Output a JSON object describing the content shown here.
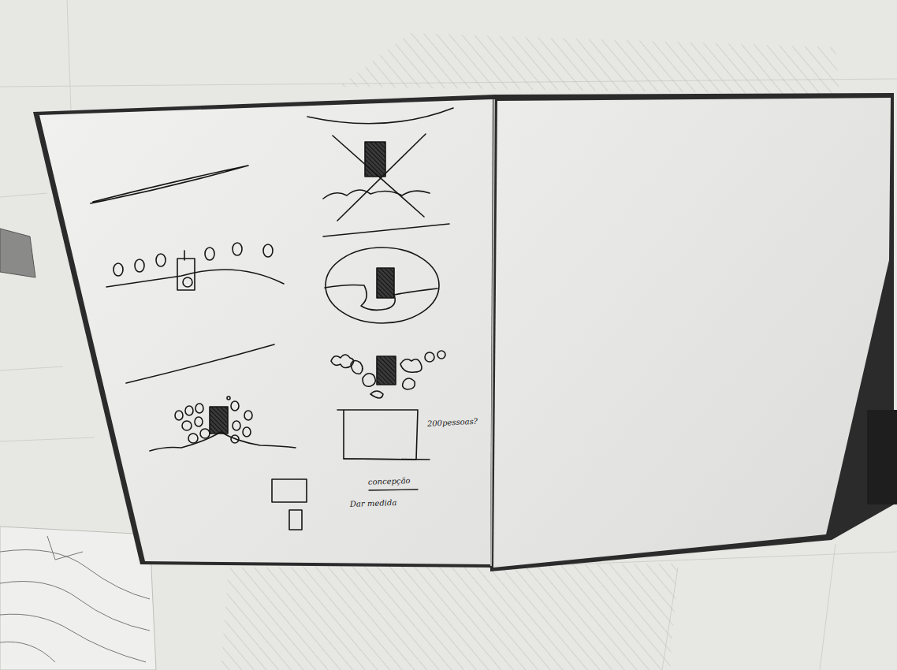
{
  "diagram": {
    "labels": [
      "200pessoas?",
      "concepção",
      "Dar medida"
    ]
  }
}
